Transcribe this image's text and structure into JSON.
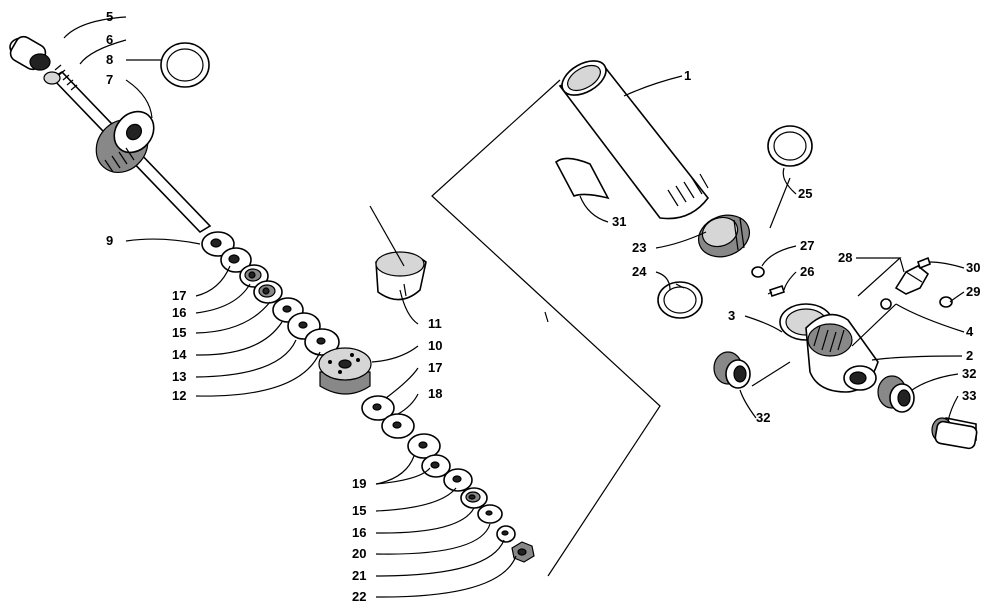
{
  "diagram": {
    "callouts": {
      "c1": "1",
      "c2": "2",
      "c3": "3",
      "c4": "4",
      "c5": "5",
      "c6": "6",
      "c7": "7",
      "c8": "8",
      "c9": "9",
      "c10": "10",
      "c11": "11",
      "c12": "12",
      "c13": "13",
      "c14": "14",
      "c15a": "15",
      "c15b": "15",
      "c16a": "16",
      "c16b": "16",
      "c17a": "17",
      "c17b": "17",
      "c18": "18",
      "c19": "19",
      "c20": "20",
      "c21": "21",
      "c22": "22",
      "c23": "23",
      "c24": "24",
      "c25": "25",
      "c26": "26",
      "c27": "27",
      "c28": "28",
      "c29": "29",
      "c30": "30",
      "c31": "31",
      "c32a": "32",
      "c32b": "32",
      "c33": "33"
    }
  }
}
